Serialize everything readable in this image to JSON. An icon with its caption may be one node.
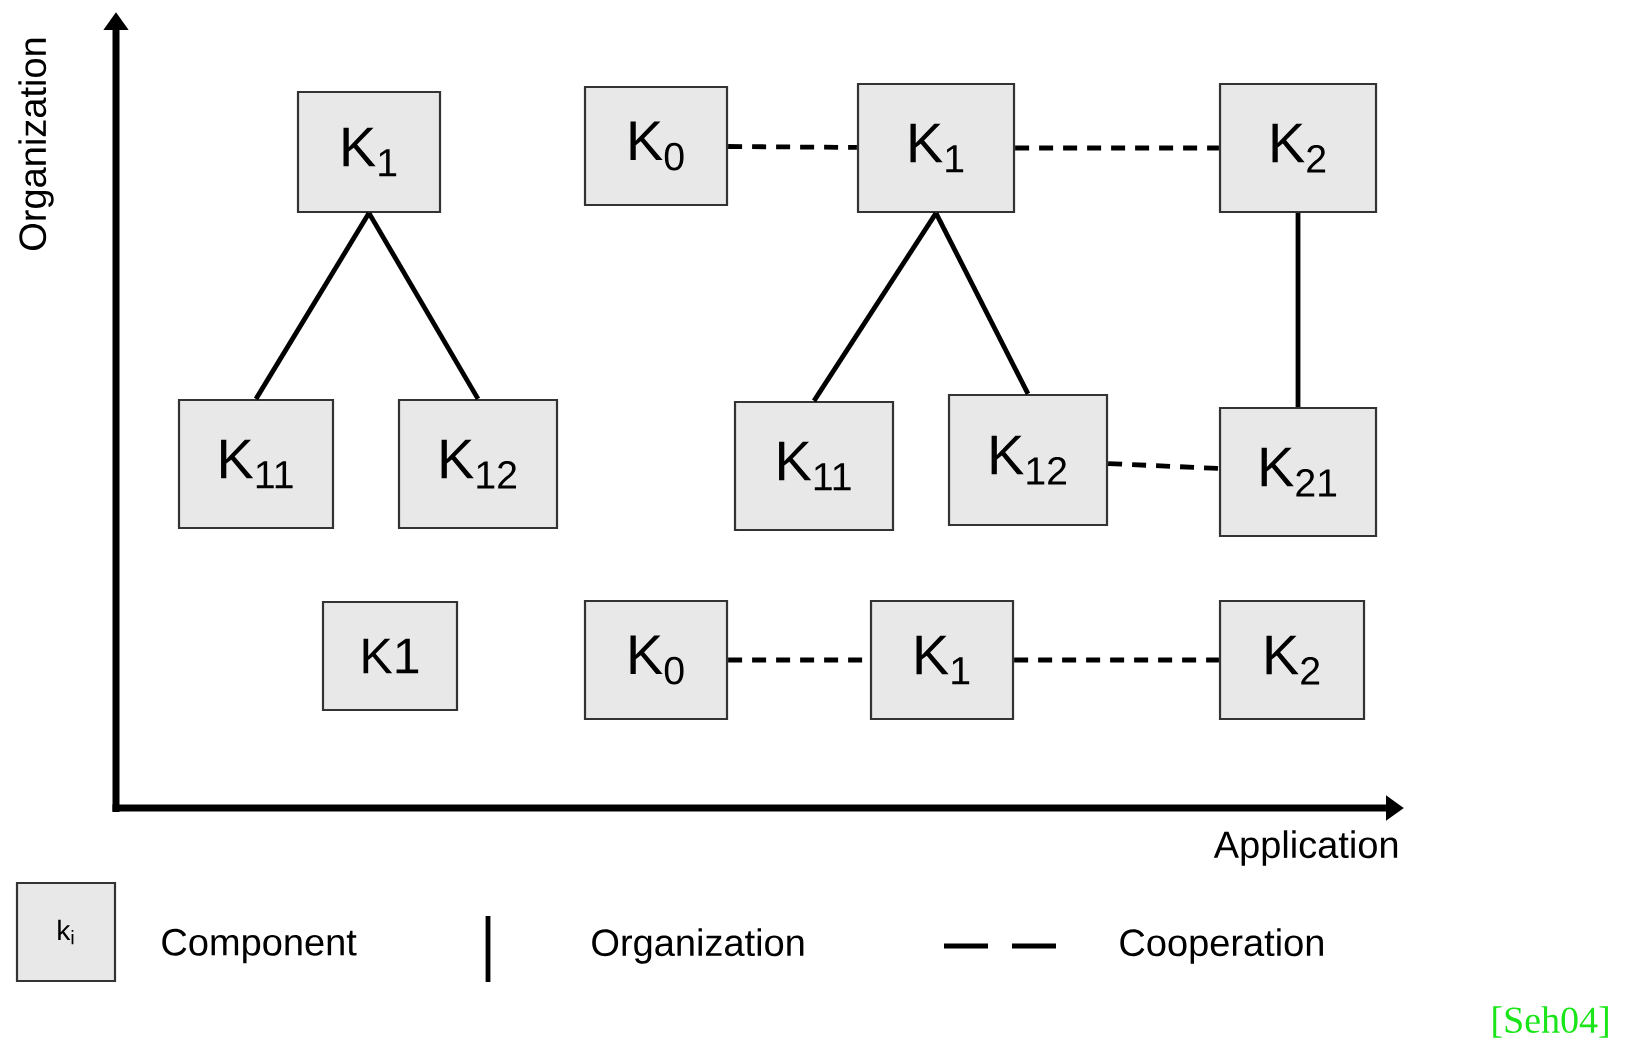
{
  "diagram": {
    "nodes": [
      {
        "text": [
          "K$_{1}$"
        ]
      },
      {
        "text": [
          "K$_{11}$"
        ]
      },
      {
        "text": [
          "K$_{12}$"
        ]
      },
      {
        "text": [
          "K$_{0}$"
        ]
      },
      {
        "text": [
          "K$_{1}$"
        ]
      },
      {
        "text": [
          "K$_{2}$"
        ]
      },
      {
        "text": [
          "K$_{11}$"
        ]
      },
      {
        "text": [
          "K$_{12}$"
        ]
      },
      {
        "text": [
          "K$_{21}$"
        ]
      },
      {
        "text": [
          "K1"
        ]
      },
      {
        "text": [
          "K$_{0}$"
        ]
      },
      {
        "text": [
          "K$_{1}$"
        ]
      },
      {
        "text": [
          "K$_{2}$"
        ]
      }
    ],
    "edges": [
      {
        "from": 0,
        "to": 1,
        "arrow": "none"
      },
      {
        "from": 0,
        "to": 2,
        "arrow": "none"
      },
      {
        "from": 3,
        "to": 4,
        "arrow": "none",
        "style": "dashed"
      },
      {
        "from": 4,
        "to": 5,
        "arrow": "none",
        "style": "dashed"
      },
      {
        "from": 4,
        "to": 6,
        "arrow": "none"
      },
      {
        "from": 4,
        "to": 7,
        "arrow": "none"
      },
      {
        "from": 5,
        "to": 8,
        "arrow": "none"
      },
      {
        "from": 7,
        "to": 8,
        "arrow": "none",
        "style": "dashed"
      },
      {
        "from": 10,
        "to": 11,
        "arrow": "none",
        "style": "dashed"
      },
      {
        "from": 11,
        "to": 12,
        "arrow": "none",
        "style": "dashed"
      }
    ],
    "labels": [
      "Organization",
      "Application",
      "k$_{i}$",
      "[Seh04]"
    ],
    "legend": [
      {
        "text": "Component"
      },
      {
        "text": "Organization"
      },
      {
        "text": "Cooperation"
      }
    ]
  }
}
